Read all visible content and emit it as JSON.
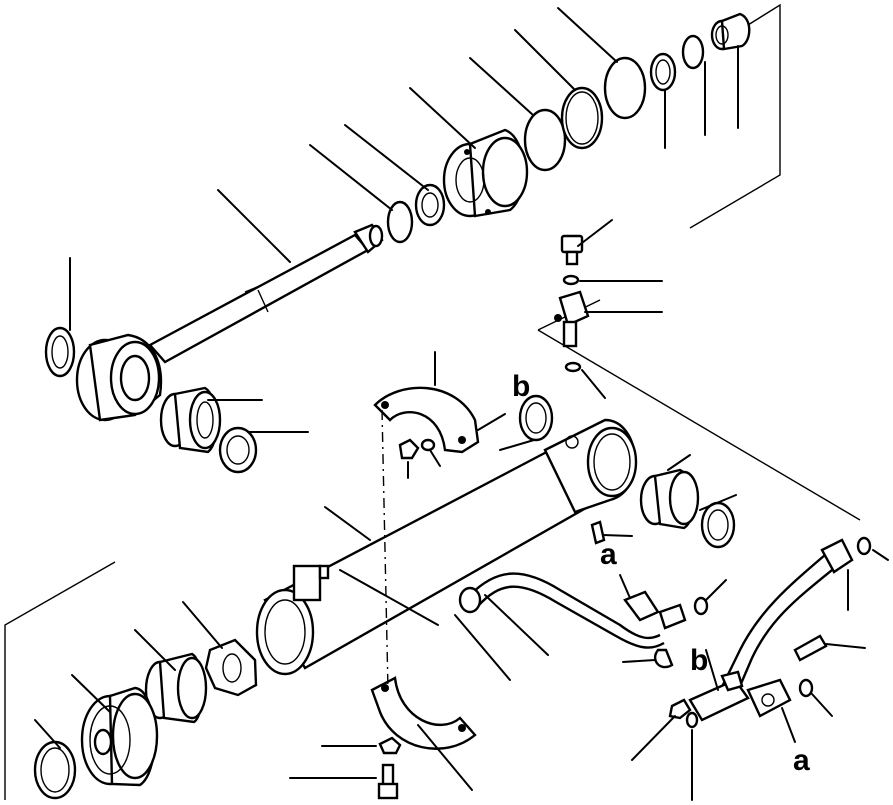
{
  "diagram": {
    "callouts": {
      "b_upper": "b",
      "a_middle": "a",
      "b_lower": "b",
      "a_lower": "a"
    }
  }
}
